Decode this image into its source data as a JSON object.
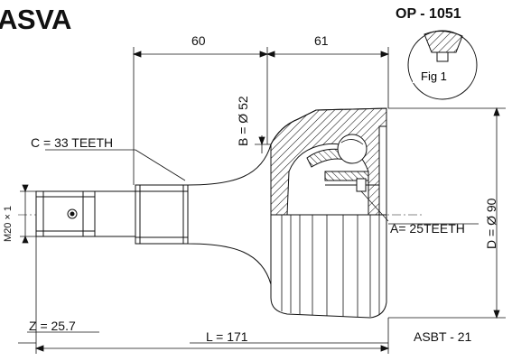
{
  "header": {
    "brand": "ASVA",
    "part_number": "OP - 1051"
  },
  "dimensions": {
    "dim_60": "60",
    "dim_61": "61",
    "b_diameter": "B = Ø 52",
    "c_teeth": "C = 33 TEETH",
    "thread": "M20 × 1",
    "a_teeth": "A= 25TEETH",
    "d_diameter": "D = Ø 90",
    "z_value": "Z = 25.7",
    "length": "L = 171",
    "ref": "ASBT - 21"
  },
  "inset": {
    "label": "Fig 1"
  },
  "colors": {
    "ink": "#111111",
    "paper": "#ffffff"
  }
}
